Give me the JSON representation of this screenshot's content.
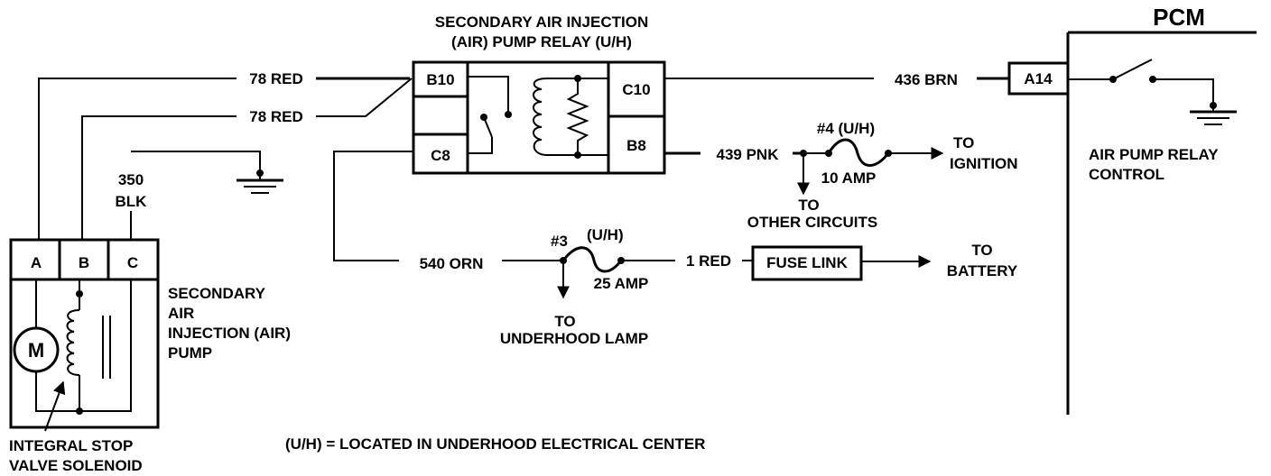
{
  "relay": {
    "title_line1": "SECONDARY AIR INJECTION",
    "title_line2": "(AIR) PUMP RELAY (U/H)",
    "pins": {
      "b10": "B10",
      "c8": "C8",
      "c10": "C10",
      "b8": "B8"
    }
  },
  "pcm": {
    "title": "PCM",
    "pin": "A14",
    "relay_control_line1": "AIR PUMP RELAY",
    "relay_control_line2": "CONTROL"
  },
  "wires": {
    "red_a": "78 RED",
    "red_b": "78 RED",
    "blk_line1": "350",
    "blk_line2": "BLK",
    "brn": "436 BRN",
    "pnk": "439 PNK",
    "orn": "540 ORN",
    "red_1": "1 RED"
  },
  "fuse4": {
    "label": "#4 (U/H)",
    "rating": "10 AMP",
    "to_line1": "TO",
    "to_line2": "IGNITION",
    "branch_line1": "TO",
    "branch_line2": "OTHER CIRCUITS"
  },
  "fuse3": {
    "number": "#3",
    "location": "(U/H)",
    "rating": "25 AMP",
    "branch_line1": "TO",
    "branch_line2": "UNDERHOOD LAMP"
  },
  "fuse_link": {
    "label": "FUSE LINK",
    "to_line1": "TO",
    "to_line2": "BATTERY"
  },
  "pump": {
    "pins": {
      "a": "A",
      "b": "B",
      "c": "C"
    },
    "motor_symbol": "M",
    "label_line1": "SECONDARY",
    "label_line2": "AIR",
    "label_line3": "INJECTION (AIR)",
    "label_line4": "PUMP",
    "solenoid_line1": "INTEGRAL STOP",
    "solenoid_line2": "VALVE SOLENOID"
  },
  "legend": "(U/H) =  LOCATED IN UNDERHOOD ELECTRICAL CENTER"
}
